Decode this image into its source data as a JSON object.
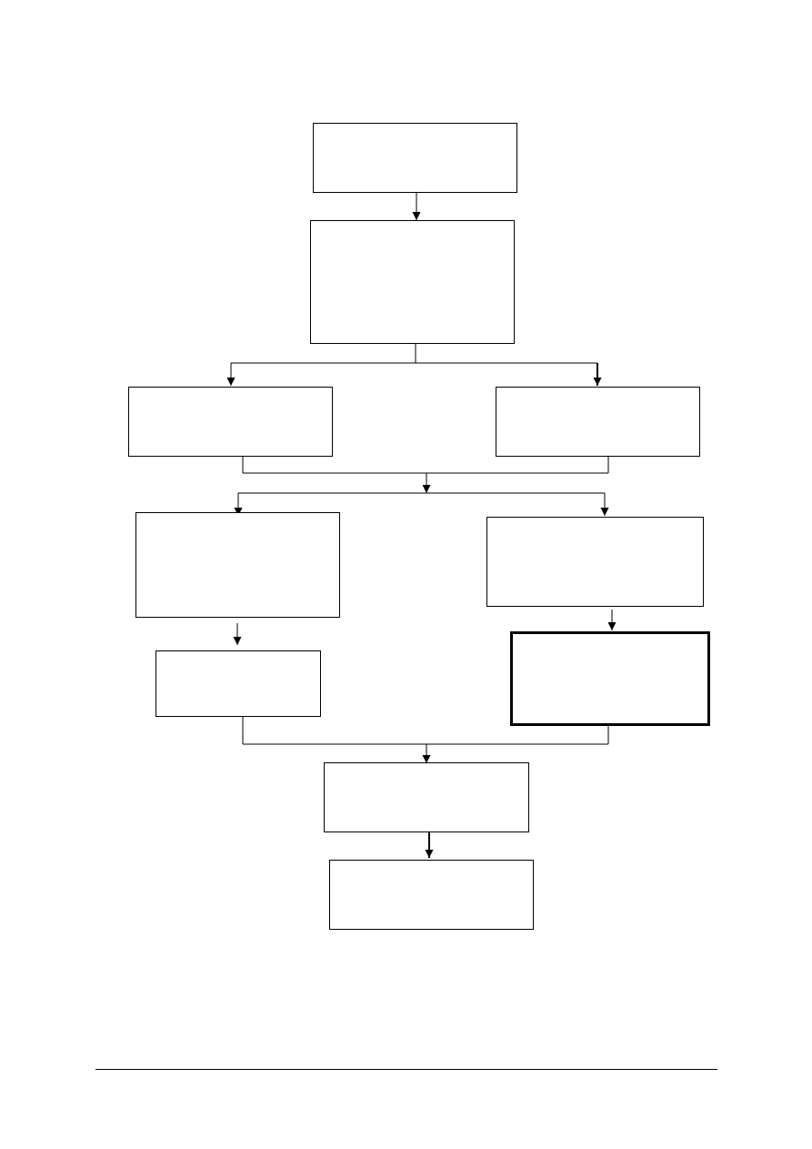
{
  "diagram": {
    "line_color": "#000000",
    "background": "#ffffff",
    "nodes": [
      {
        "id": "n1",
        "text": ""
      },
      {
        "id": "n2",
        "text": ""
      },
      {
        "id": "n3",
        "text": ""
      },
      {
        "id": "n4",
        "text": ""
      },
      {
        "id": "n5",
        "text": ""
      },
      {
        "id": "n6",
        "text": ""
      },
      {
        "id": "n7",
        "text": ""
      },
      {
        "id": "n8",
        "text": "",
        "emphasis": "thick-border"
      },
      {
        "id": "n9",
        "text": ""
      },
      {
        "id": "n10",
        "text": ""
      }
    ],
    "edges": [
      {
        "from": "n1",
        "to": "n2"
      },
      {
        "from": "n2",
        "to": "n3"
      },
      {
        "from": "n2",
        "to": "n4"
      },
      {
        "from": "n3",
        "to": "n5"
      },
      {
        "from": "n3",
        "to": "n6"
      },
      {
        "from": "n4",
        "to": "n5"
      },
      {
        "from": "n4",
        "to": "n6"
      },
      {
        "from": "n5",
        "to": "n7"
      },
      {
        "from": "n6",
        "to": "n8"
      },
      {
        "from": "n7",
        "to": "n9"
      },
      {
        "from": "n8",
        "to": "n9"
      },
      {
        "from": "n9",
        "to": "n10"
      }
    ]
  }
}
